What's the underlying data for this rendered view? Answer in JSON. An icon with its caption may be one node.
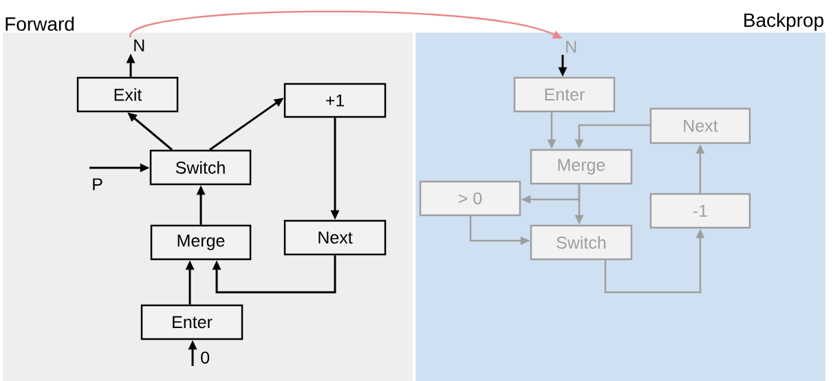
{
  "diagram": {
    "nodes": [
      {
        "text": [
          "Forward"
        ]
      },
      {
        "text": [
          "Backprop"
        ]
      },
      {
        "text": [
          "Exit"
        ],
        "in": 0
      },
      {
        "text": [
          "+1"
        ],
        "in": 0
      },
      {
        "text": [
          "Switch"
        ],
        "in": 0
      },
      {
        "text": [
          "Merge"
        ],
        "in": 0
      },
      {
        "text": [
          "Next"
        ],
        "in": 0
      },
      {
        "text": [
          "Enter"
        ],
        "in": 0
      },
      {
        "text": [
          "N"
        ],
        "in": 0
      },
      {
        "text": [
          "P"
        ],
        "in": 0
      },
      {
        "text": [
          "0"
        ],
        "in": 0
      },
      {
        "text": [
          "N"
        ],
        "in": 1
      },
      {
        "text": [
          "Enter"
        ],
        "in": 1
      },
      {
        "text": [
          "Next"
        ],
        "in": 1
      },
      {
        "text": [
          "Merge"
        ],
        "in": 1
      },
      {
        "text": [
          "> 0"
        ],
        "in": 1
      },
      {
        "text": [
          "-1"
        ],
        "in": 1
      },
      {
        "text": [
          "Switch"
        ],
        "in": 1
      }
    ],
    "edges": [
      {
        "from": 2,
        "to": 8,
        "arrow": "to"
      },
      {
        "from": 4,
        "to": 2,
        "arrow": "to"
      },
      {
        "from": 4,
        "to": 3,
        "arrow": "to"
      },
      {
        "from": 3,
        "to": 6,
        "arrow": "to"
      },
      {
        "from": 9,
        "to": 4,
        "arrow": "to"
      },
      {
        "from": 5,
        "to": 4,
        "arrow": "to"
      },
      {
        "from": 7,
        "to": 5,
        "arrow": "to"
      },
      {
        "from": 6,
        "to": 5,
        "arrow": "to"
      },
      {
        "from": 10,
        "to": 7,
        "arrow": "to"
      },
      {
        "from": 8,
        "to": 11,
        "arrow": "to",
        "color": "#e8898a"
      },
      {
        "from": 11,
        "to": 12,
        "arrow": "to"
      },
      {
        "from": 12,
        "to": 14,
        "arrow": "to",
        "color": "#9e9e9e"
      },
      {
        "from": 13,
        "to": 14,
        "arrow": "to",
        "color": "#9e9e9e"
      },
      {
        "from": 14,
        "to": 15,
        "arrow": "to",
        "color": "#9e9e9e"
      },
      {
        "from": 14,
        "to": 17,
        "arrow": "to",
        "color": "#9e9e9e"
      },
      {
        "from": 15,
        "to": 17,
        "arrow": "to",
        "color": "#9e9e9e"
      },
      {
        "from": 17,
        "to": 16,
        "arrow": "to",
        "color": "#9e9e9e"
      },
      {
        "from": 16,
        "to": 13,
        "arrow": "to",
        "color": "#9e9e9e"
      }
    ]
  }
}
